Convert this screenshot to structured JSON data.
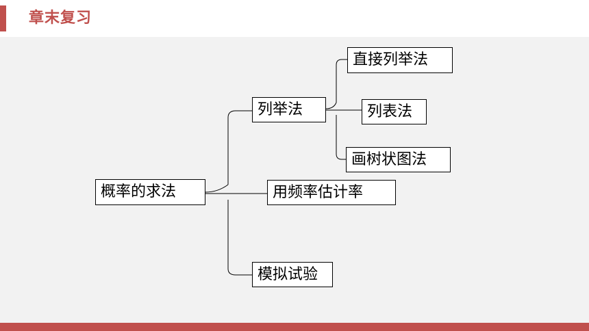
{
  "header": {
    "title": "章末复习"
  },
  "colors": {
    "accent": "#c0504d",
    "content_bg": "#f2f2f2",
    "node_border": "#000000"
  },
  "diagram": {
    "root": "概率的求法",
    "branches": [
      {
        "label": "列举法",
        "children": [
          "直接列举法",
          "列表法",
          "画树状图法"
        ]
      },
      {
        "label": "用频率估计率",
        "children": []
      },
      {
        "label": "模拟试验",
        "children": []
      }
    ]
  }
}
